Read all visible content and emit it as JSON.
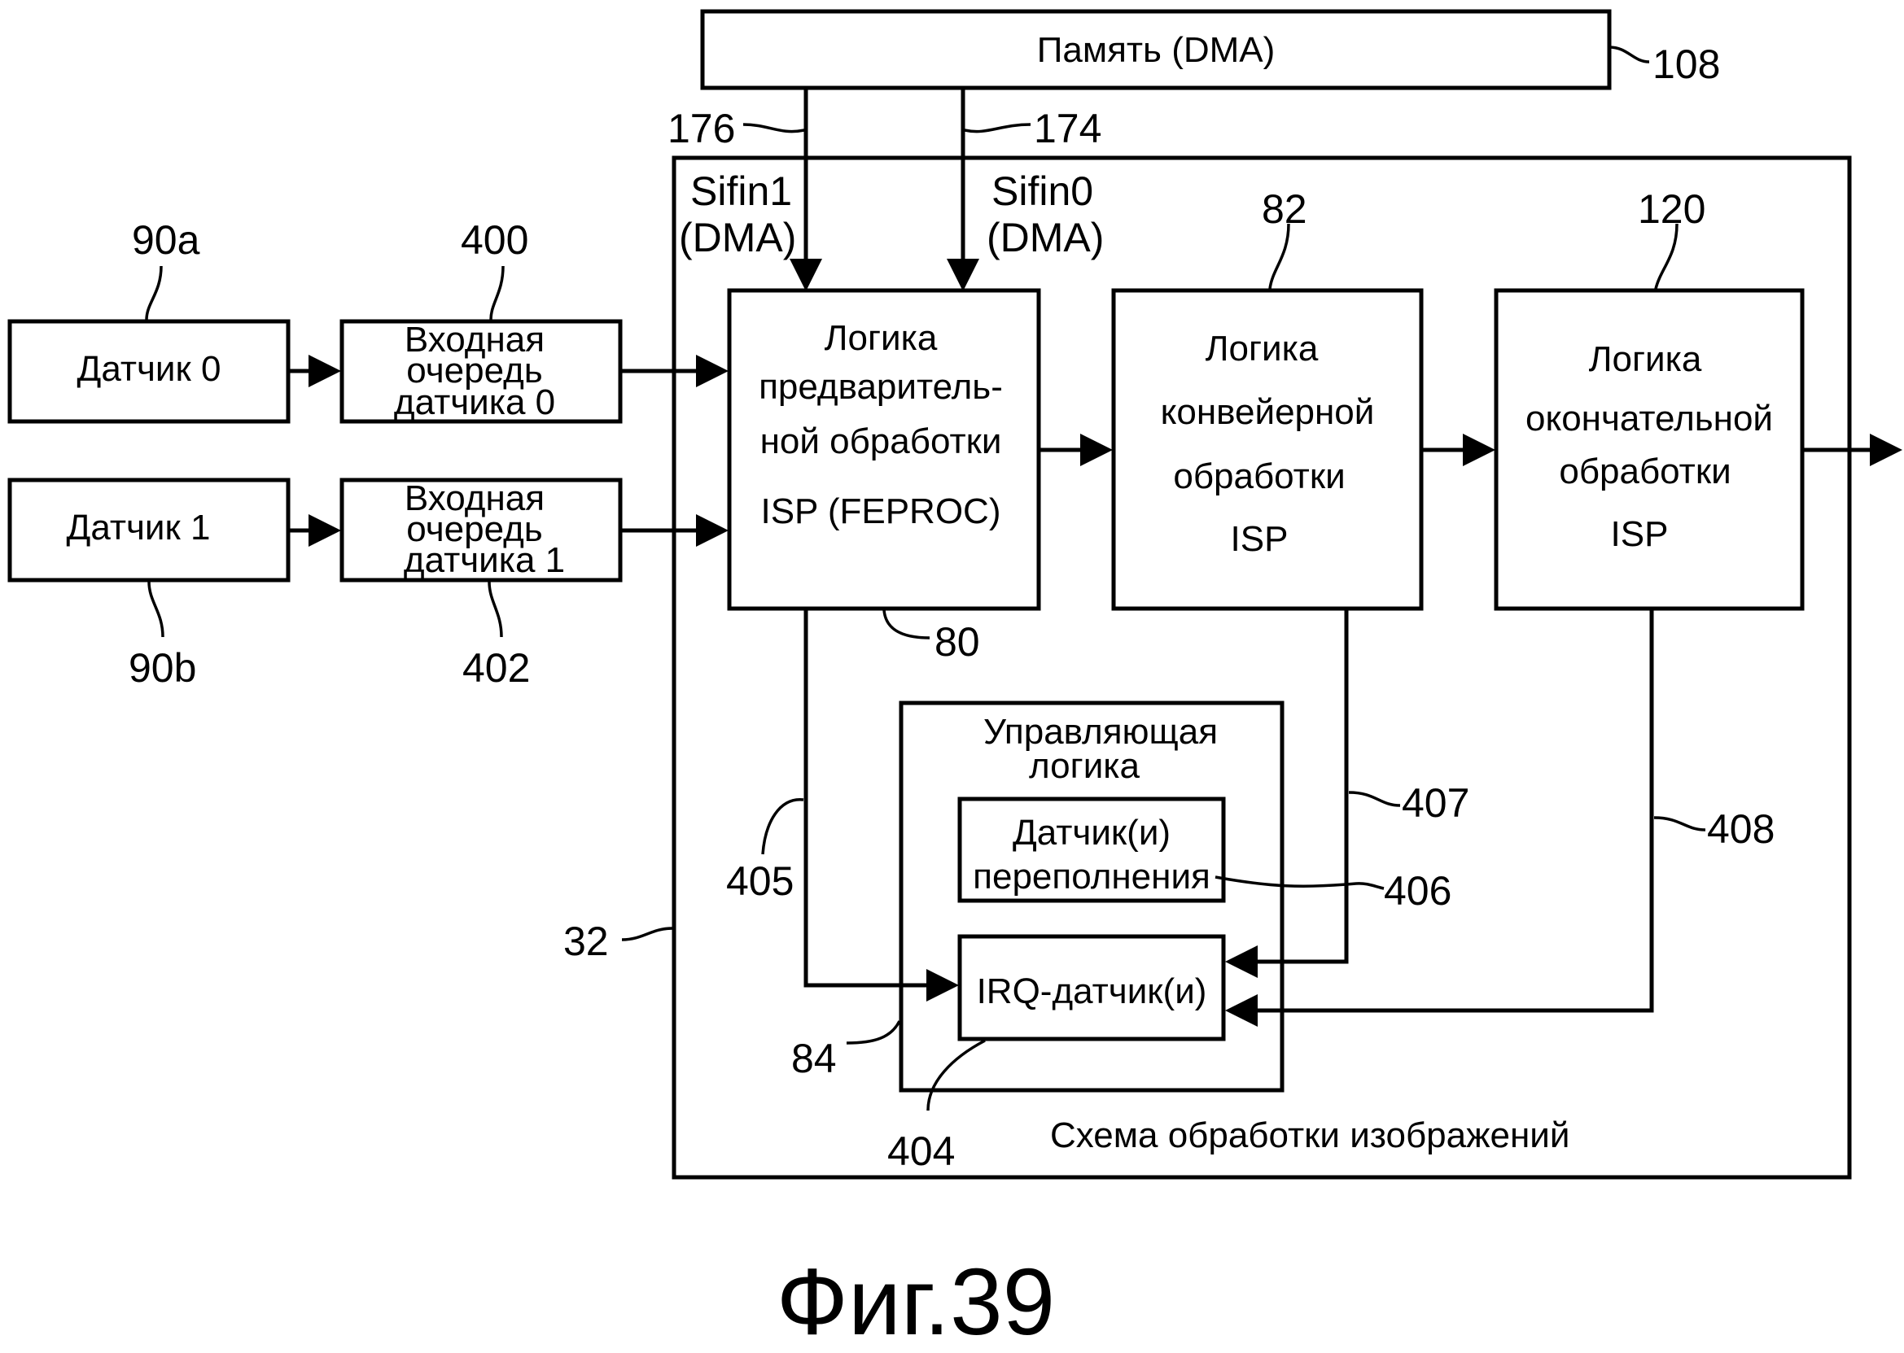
{
  "memory": {
    "label": "Память (DMA)",
    "ref": "108"
  },
  "inputs": {
    "sifin1": {
      "name": "Sifin1",
      "mode": "(DMA)",
      "ref": "176"
    },
    "sifin0": {
      "name": "Sifin0",
      "mode": "(DMA)",
      "ref": "174"
    }
  },
  "sensors": [
    {
      "label": "Датчик 0",
      "ref": "90a"
    },
    {
      "label": "Датчик 1",
      "ref": "90b"
    }
  ],
  "queues": [
    {
      "lines": [
        "Входная",
        "очередь",
        "датчика 0"
      ],
      "ref": "400"
    },
    {
      "lines": [
        "Входная",
        "очередь",
        "датчика 1"
      ],
      "ref": "402"
    }
  ],
  "frontend": {
    "lines": [
      "Логика",
      "предваритель-",
      "ной обработки",
      "ISP (FEPROC)"
    ],
    "ref": "80"
  },
  "pipeline": {
    "lines": [
      "Логика",
      "конвейерной",
      "обработки",
      "ISP"
    ],
    "ref": "82"
  },
  "backend": {
    "lines": [
      "Логика",
      "окончательной",
      "обработки",
      "ISP"
    ],
    "ref": "120"
  },
  "control": {
    "lines": [
      "Управляющая",
      "логика"
    ],
    "ref": "84",
    "overflow": {
      "lines": [
        "Датчик(и)",
        "переполнения"
      ],
      "ref": "406"
    },
    "irq": {
      "label": "IRQ-датчик(и)",
      "ref": "404"
    }
  },
  "signals": {
    "frontend_irq": "405",
    "pipeline_irq": "407",
    "backend_irq": "408"
  },
  "circuit": {
    "label": "Схема обработки изображений",
    "ref": "32"
  },
  "figure": {
    "caption": "Фиг.39"
  }
}
